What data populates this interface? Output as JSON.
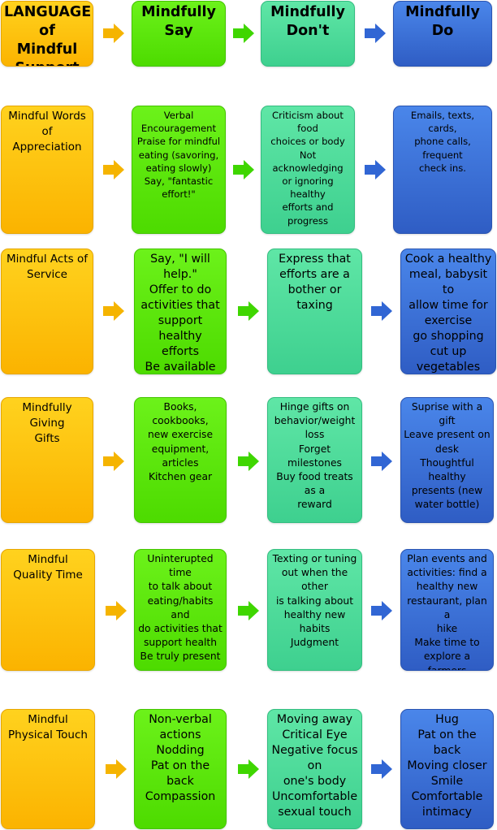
{
  "colors": {
    "orange": "#fbb300",
    "green": "#4ddb00",
    "teal": "#3ed08f",
    "blue": "#2f5dc4",
    "arrow_orange": "#f5b400",
    "arrow_green": "#3fd600",
    "arrow_blue": "#3166d4"
  },
  "header": {
    "col0": "LANGUAGE of\nMindful\nSupport",
    "col1": "Mindfully Say",
    "col2": "Mindfully\nDon't",
    "col3": "Mindfully Do"
  },
  "rows": [
    {
      "label": "Mindful Words of\nAppreciation",
      "say": "Verbal\nEncouragement\nPraise for mindful\neating (savoring,\neating slowly)\nSay, \"fantastic\neffort!\"",
      "dont": "Criticism about food\nchoices or body\nNot acknowledging\nor ignoring healthy\nefforts and progress",
      "do": "Emails, texts, cards,\nphone calls, frequent\ncheck ins."
    },
    {
      "label": "Mindful Acts of\nService",
      "say": "Say, \"I will help.\"\nOffer to do\nactivities that\nsupport healthy\nefforts\nBe available",
      "dont": "Express that\nefforts are a\nbother or taxing",
      "do": "Cook a healthy\nmeal, babysit to\nallow time for\nexercise\ngo shopping\ncut up vegetables"
    },
    {
      "label": "Mindfully Giving\nGifts",
      "say": "Books, cookbooks,\nnew exercise\nequipment, articles\nKitchen gear",
      "dont": "Hinge gifts on\nbehavior/weight\nloss\nForget milestones\nBuy food treats as a\nreward",
      "do": "Suprise with a gift\nLeave present on\ndesk\nThoughtful healthy\npresents (new\nwater bottle)"
    },
    {
      "label": "Mindful\nQuality Time",
      "say": "Uninterupted time\nto talk about\neating/habits and\ndo activities that\nsupport health\nBe truly present",
      "dont": "Texting or tuning\nout when the other\nis talking about\nhealthy new habits\nJudgment",
      "do": "Plan events and\nactivities: find a\nhealthy new\nrestaurant, plan a\nhike\nMake time to\nexplore a farmers\nmarket"
    },
    {
      "label": "Mindful\nPhysical Touch",
      "say": "Non-verbal\nactions\nNodding\nPat on the back\nCompassion",
      "dont": "Moving away\nCritical Eye\nNegative focus on\none's body\nUncomfortable\nsexual touch",
      "do": "Hug\nPat on the back\nMoving closer\nSmile\nComfortable\nintimacy"
    }
  ]
}
